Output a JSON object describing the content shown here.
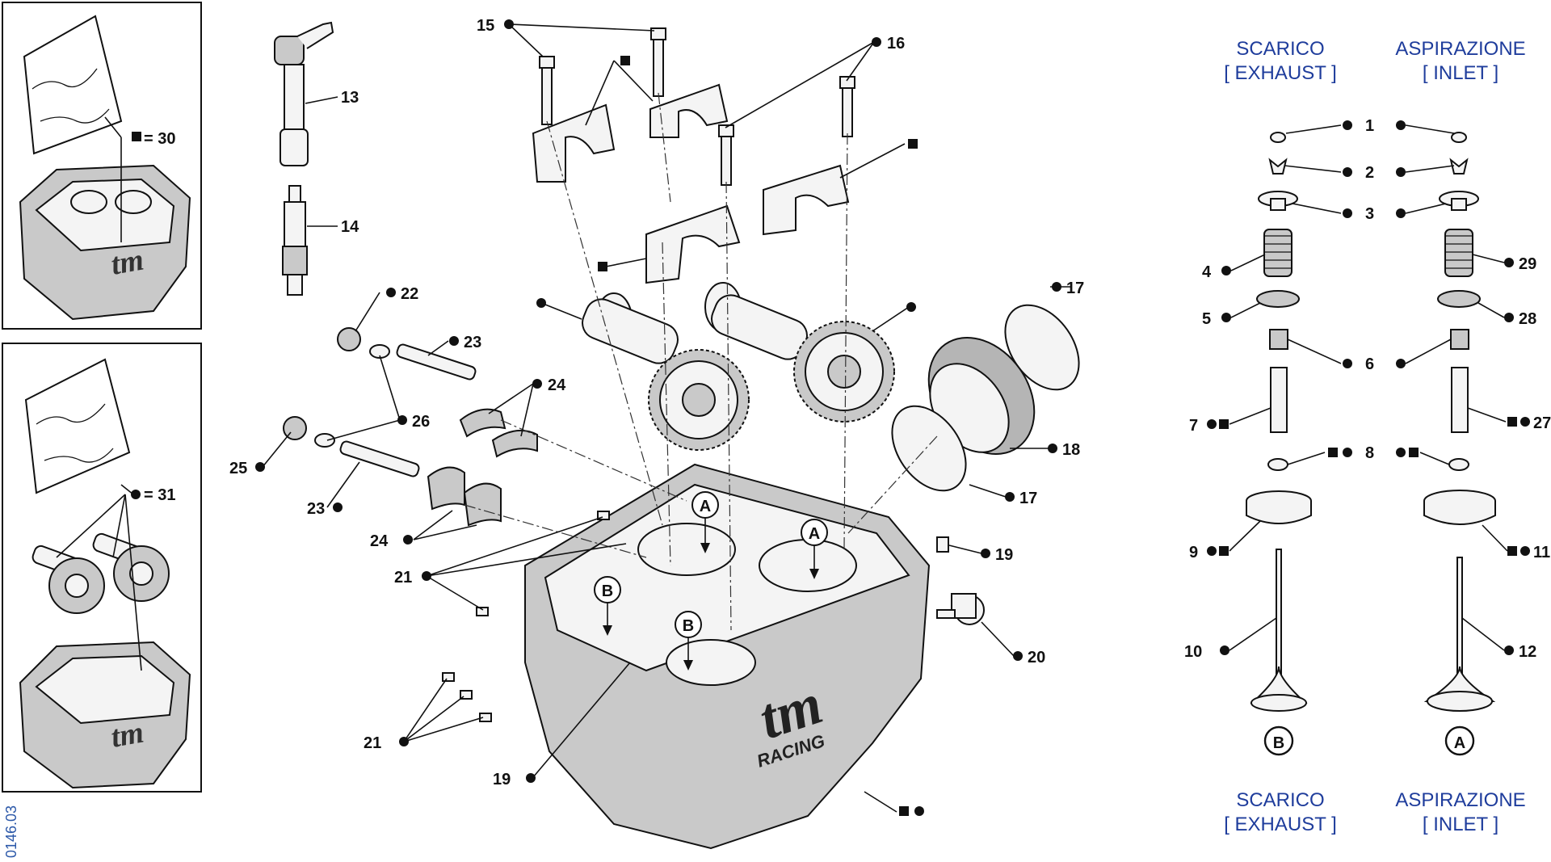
{
  "doc_code": "0146.03",
  "headers": {
    "exhaust_top": [
      "SCARICO",
      "[ EXHAUST ]"
    ],
    "inlet_top": [
      "ASPIRAZIONE",
      "[ INLET ]"
    ],
    "exhaust_bottom": [
      "SCARICO",
      "[ EXHAUST ]"
    ],
    "inlet_bottom": [
      "ASPIRAZIONE",
      "[ INLET ]"
    ]
  },
  "kits": {
    "kit_30": "= 30",
    "kit_31": "= 31"
  },
  "callouts": {
    "c15": "15",
    "c16": "16",
    "c13": "13",
    "c14": "14",
    "c17a": "17",
    "c17b": "17",
    "c18": "18",
    "c19a": "19",
    "c19b": "19",
    "c20": "20",
    "c21a": "21",
    "c21b": "21",
    "c22": "22",
    "c23a": "23",
    "c23b": "23",
    "c24a": "24",
    "c24b": "24",
    "c25": "25",
    "c26": "26",
    "v1": "1",
    "v2": "2",
    "v3": "3",
    "v4": "4",
    "v5": "5",
    "v6": "6",
    "v7": "7",
    "v8": "8",
    "v9": "9",
    "v10": "10",
    "v11": "11",
    "v12": "12",
    "v27": "27",
    "v28": "28",
    "v29": "29"
  },
  "view_letters": {
    "a1": "A",
    "a2": "A",
    "b1": "B",
    "b2": "B",
    "valve_exhaust": "B",
    "valve_inlet": "A"
  },
  "head_brand": "tm",
  "head_subbrand": "RACING"
}
